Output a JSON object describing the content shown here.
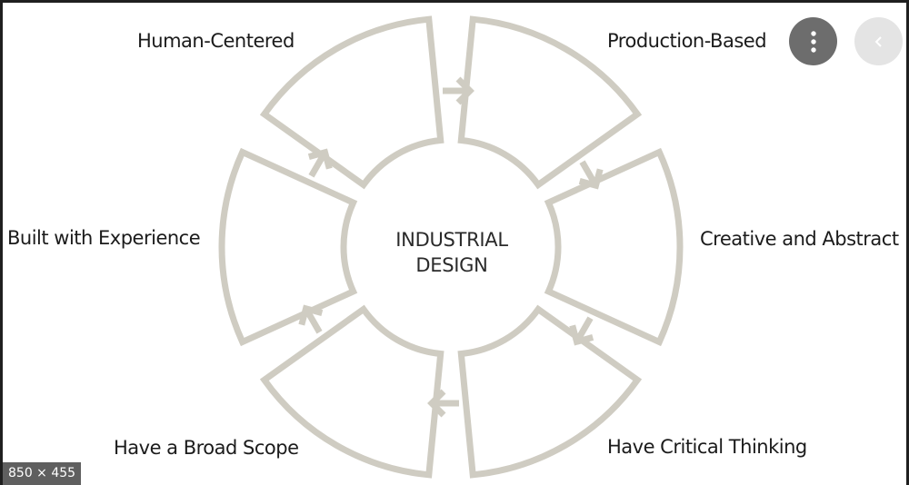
{
  "diagram": {
    "center_title_line1": "INDUSTRIAL",
    "center_title_line2": "DESIGN",
    "segments": [
      {
        "label": "Human-Centered"
      },
      {
        "label": "Production-Based"
      },
      {
        "label": "Creative and Abstract"
      },
      {
        "label": "Have Critical Thinking"
      },
      {
        "label": "Have a Broad Scope"
      },
      {
        "label": "Built with Experience"
      }
    ],
    "colors": {
      "ring": "#cfccc2",
      "text": "#1b1b1b"
    }
  },
  "viewer": {
    "more_icon": "vertical-dots-icon",
    "back_icon": "chevron-left-icon",
    "image_size": "850 × 455"
  }
}
